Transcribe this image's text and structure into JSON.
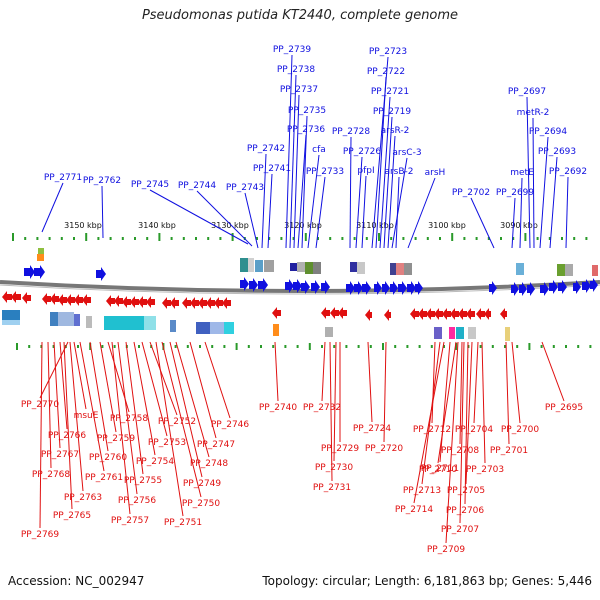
{
  "title": "Pseudomonas putida KT2440, complete genome",
  "footer": {
    "accession": "Accession: NC_002947",
    "summary": "Topology: circular; Length: 6,181,863 bp; Genes: 5,446"
  },
  "colors": {
    "forward": "#1010e0",
    "reverse": "#e01010",
    "backbone": "#777777",
    "tick": "#2a9a2a"
  },
  "kbp_ticks": [
    "3150 kbp",
    "3140 kbp",
    "3130 kbp",
    "3120 kbp",
    "3110 kbp",
    "3100 kbp",
    "3090 kbp"
  ],
  "top_labels": [
    "PP_2771",
    "PP_2762",
    "PP_2745",
    "PP_2744",
    "PP_2743",
    "PP_2742",
    "PP_2741",
    "PP_2739",
    "PP_2738",
    "PP_2737",
    "PP_2736",
    "PP_2735",
    "cfa",
    "PP_2733",
    "PP_2728",
    "PP_2726",
    "pfpI",
    "PP_2723",
    "PP_2722",
    "PP_2721",
    "PP_2719",
    "arsR-2",
    "arsC-3",
    "arsB-2",
    "arsH",
    "PP_2702",
    "PP_2699",
    "metE",
    "PP_2697",
    "metR-2",
    "PP_2694",
    "PP_2693",
    "PP_2692"
  ],
  "bottom_labels": [
    "PP_2770",
    "PP_2769",
    "PP_2768",
    "PP_2767",
    "PP_2766",
    "msuE",
    "PP_2765",
    "PP_2763",
    "PP_2761",
    "PP_2760",
    "PP_2759",
    "PP_2758",
    "PP_2757",
    "PP_2756",
    "PP_2755",
    "PP_2754",
    "PP_2753",
    "PP_2752",
    "PP_2751",
    "PP_2750",
    "PP_2749",
    "PP_2748",
    "PP_2747",
    "PP_2746",
    "PP_2740",
    "PP_2732",
    "PP_2731",
    "PP_2730",
    "PP_2729",
    "PP_2724",
    "PP_2720",
    "PP_2714",
    "PP_2713",
    "PP_2712",
    "PP_2711",
    "PP_2710",
    "PP_2709",
    "PP_2708",
    "PP_2707",
    "PP_2706",
    "PP_2705",
    "PP_2704",
    "PP_2703",
    "PP_2701",
    "PP_2700",
    "PP_2695"
  ]
}
